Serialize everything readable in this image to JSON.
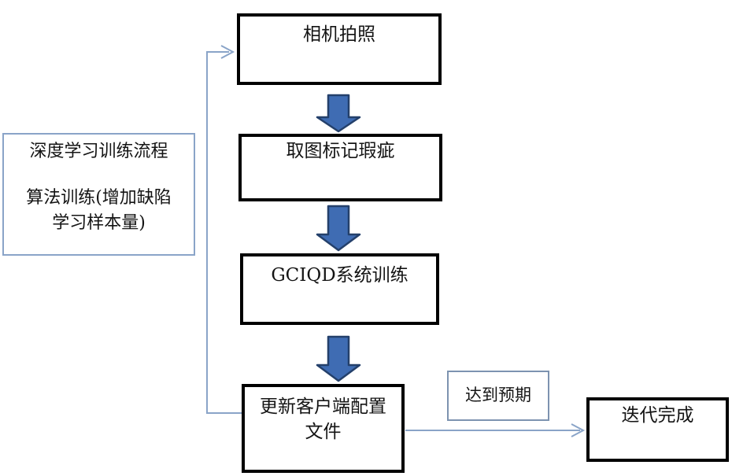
{
  "diagram": {
    "nodes": {
      "camera_box": {
        "label": "相机拍照"
      },
      "mark_box": {
        "label": "取图标记瑕疵"
      },
      "train_box": {
        "label": "GCIQD系统训练"
      },
      "update_box": {
        "lines": [
          "更新客户端配置",
          "文件"
        ]
      },
      "note_box": {
        "lines": [
          "深度学习训练流程",
          "算法训练(增加缺陷",
          "学习样本量)"
        ]
      },
      "expect_label_box": {
        "label": "达到预期"
      },
      "done_box": {
        "label": "迭代完成"
      }
    },
    "icons": {
      "down_block_arrow": "down-block-arrow",
      "thin_arrowhead": "right-chevron-arrowhead"
    },
    "colors": {
      "background": "#ffffff",
      "text": "#141414",
      "process_border": "#000000",
      "note_border": "#8aa4c8",
      "expect_border": "#7d93b0",
      "connector": "#8aa4c8",
      "block_arrow_fill": "#3f6cb3",
      "block_arrow_stroke": "#24406b"
    }
  }
}
